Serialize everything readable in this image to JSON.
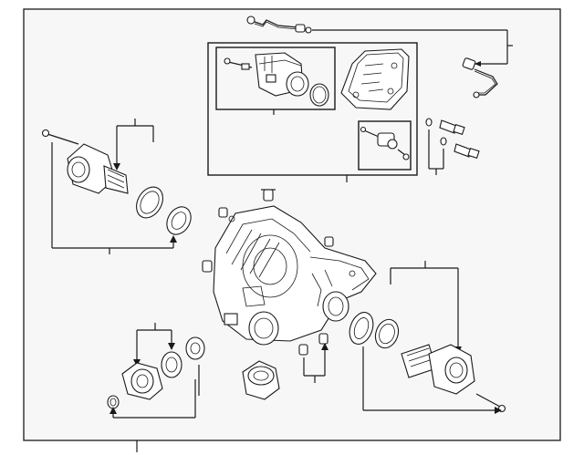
{
  "diagram": {
    "background": "#f7f7f7",
    "line_color": "#1a1a1a",
    "parts": [
      {
        "id": "wiring-harness",
        "icon": "wire-harness-icon"
      },
      {
        "id": "harness-connector",
        "icon": "connector-icon"
      },
      {
        "id": "actuator-motor",
        "icon": "motor-icon"
      },
      {
        "id": "control-valve-body",
        "icon": "valve-body-icon"
      },
      {
        "id": "solenoid",
        "icon": "solenoid-icon"
      },
      {
        "id": "pressure-sensors",
        "icon": "sensor-icon"
      },
      {
        "id": "front-flange",
        "icon": "flange-icon"
      },
      {
        "id": "front-seal",
        "icon": "seal-icon"
      },
      {
        "id": "differential-assembly",
        "icon": "differential-icon"
      },
      {
        "id": "rear-flange",
        "icon": "flange-icon"
      },
      {
        "id": "side-flange",
        "icon": "flange-icon"
      },
      {
        "id": "mount-bushing",
        "icon": "bushing-icon"
      },
      {
        "id": "drain-plugs",
        "icon": "plug-icon"
      }
    ]
  }
}
